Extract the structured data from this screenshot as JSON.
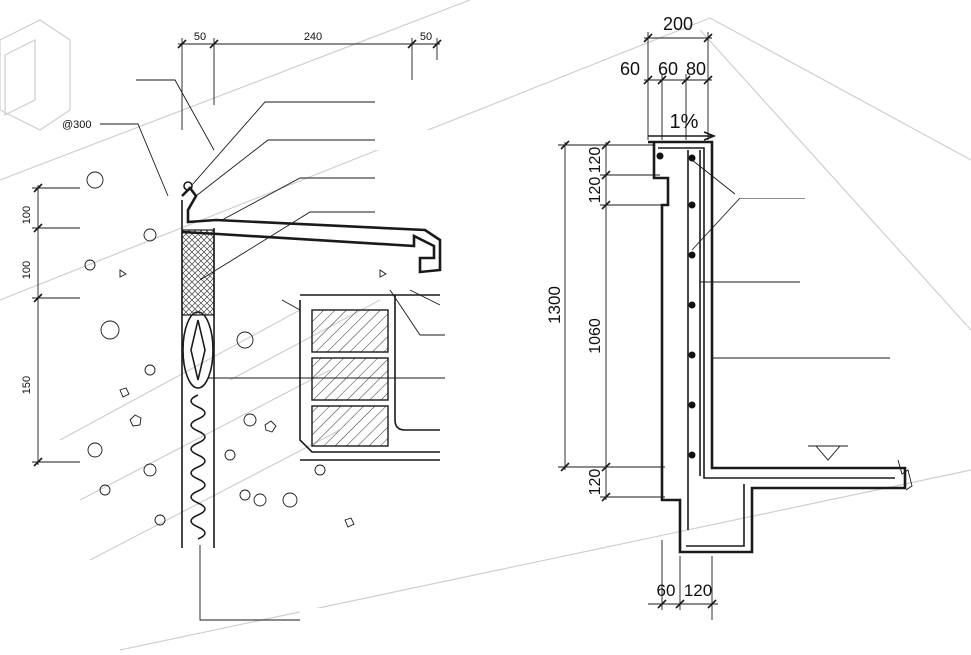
{
  "left_detail": {
    "top_dims": [
      "50",
      "240",
      "50"
    ],
    "left_dims": [
      "100",
      "100",
      "150"
    ],
    "spacing_note": "@300"
  },
  "right_detail": {
    "top_dim": "200",
    "top_subdims": [
      "60",
      "60",
      "80"
    ],
    "slope": "1%",
    "left_total": "1300",
    "left_dims": [
      "120",
      "120",
      "1060",
      "120"
    ],
    "bottom_dims": [
      "60",
      "120"
    ]
  }
}
